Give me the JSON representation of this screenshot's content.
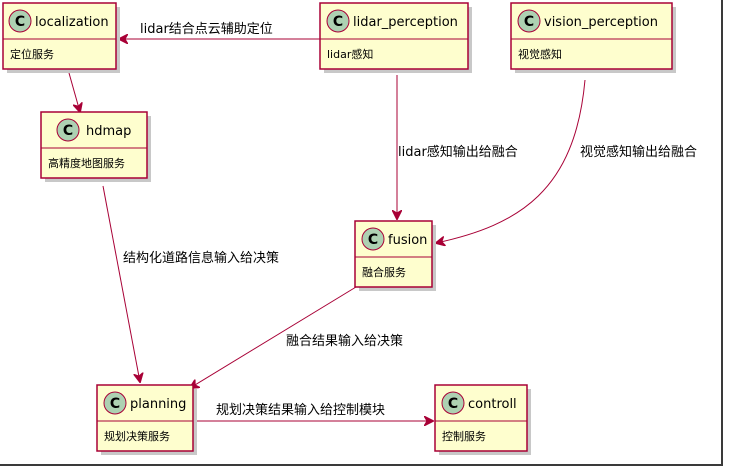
{
  "nodes": {
    "localization": {
      "badge": "C",
      "name": "localization",
      "desc": "定位服务"
    },
    "lidar_perception": {
      "badge": "C",
      "name": "lidar_perception",
      "desc": "lidar感知"
    },
    "vision_perception": {
      "badge": "C",
      "name": "vision_perception",
      "desc": "视觉感知"
    },
    "hdmap": {
      "badge": "C",
      "name": "hdmap",
      "desc": "高精度地图服务"
    },
    "fusion": {
      "badge": "C",
      "name": "fusion",
      "desc": "融合服务"
    },
    "planning": {
      "badge": "C",
      "name": "planning",
      "desc": "规划决策服务"
    },
    "controll": {
      "badge": "C",
      "name": "controll",
      "desc": "控制服务"
    }
  },
  "edges": {
    "lidar_to_localization": "lidar结合点云辅助定位",
    "lidar_to_fusion": "lidar感知输出给融合",
    "vision_to_fusion": "视觉感知输出给融合",
    "hdmap_to_planning": "结构化道路信息输入给决策",
    "fusion_to_planning": "融合结果输入给决策",
    "planning_to_controll": "规划决策结果输入给控制模块"
  },
  "colors": {
    "box_fill": "#FEFECE",
    "border": "#A80036",
    "badge_fill": "#ADD1B2"
  }
}
